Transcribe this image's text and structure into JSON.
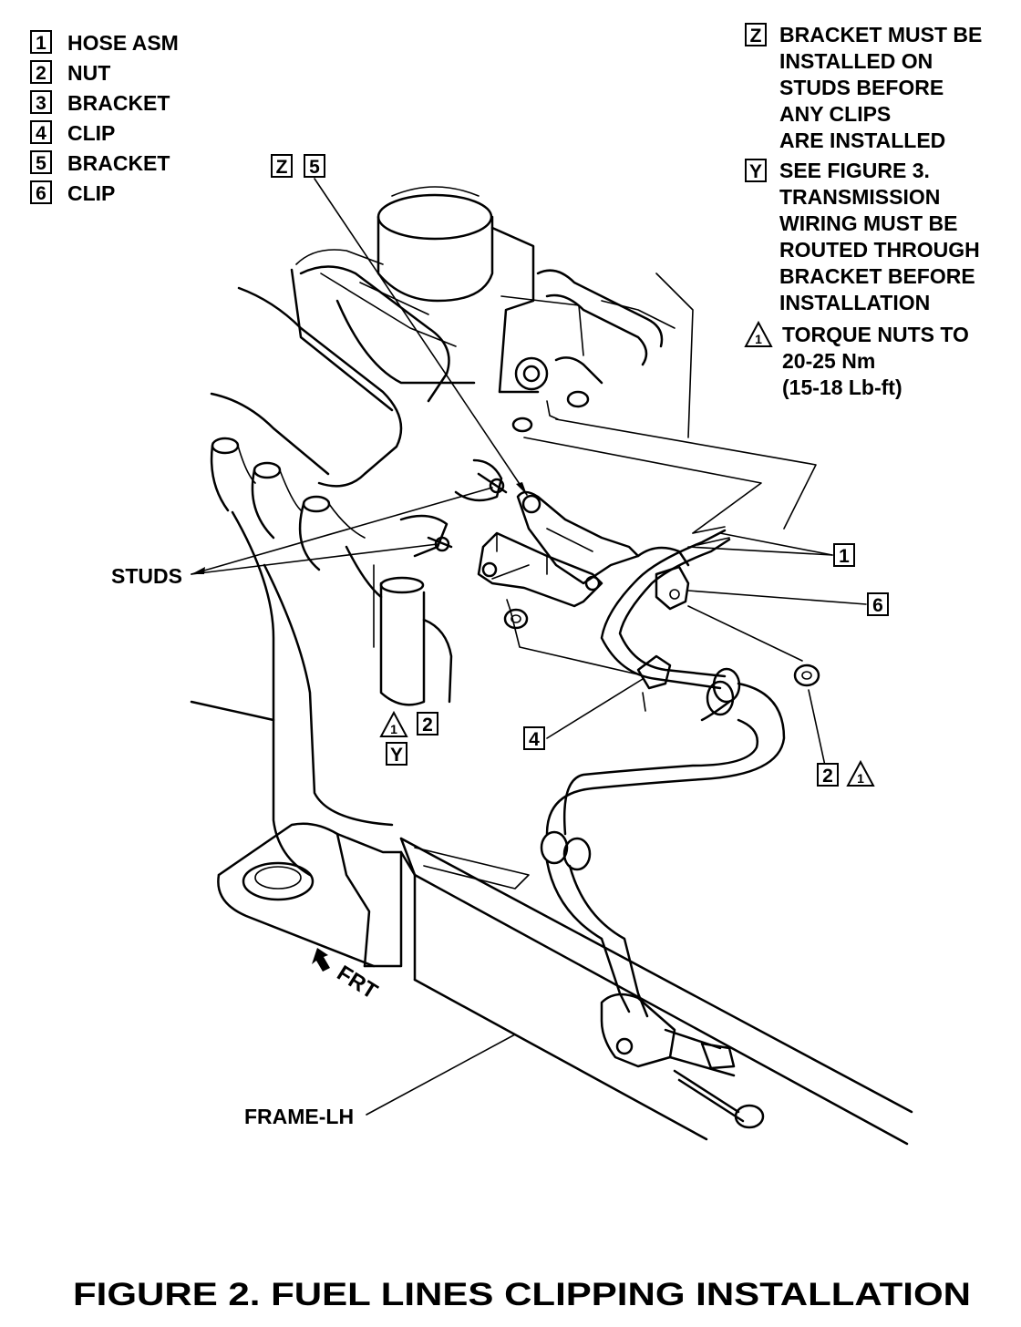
{
  "legend": [
    {
      "num": "1",
      "label": "HOSE ASM"
    },
    {
      "num": "2",
      "label": "NUT"
    },
    {
      "num": "3",
      "label": "BRACKET"
    },
    {
      "num": "4",
      "label": "CLIP"
    },
    {
      "num": "5",
      "label": "BRACKET"
    },
    {
      "num": "6",
      "label": "CLIP"
    }
  ],
  "notes": {
    "z": {
      "tag": "Z",
      "lines": [
        "BRACKET MUST BE",
        "INSTALLED ON",
        "STUDS BEFORE",
        "ANY CLIPS",
        "ARE INSTALLED"
      ]
    },
    "y": {
      "tag": "Y",
      "lines": [
        "SEE FIGURE 3.",
        "TRANSMISSION",
        "WIRING MUST BE",
        "ROUTED THROUGH",
        "BRACKET BEFORE",
        "INSTALLATION"
      ]
    },
    "torque": {
      "tag": "1",
      "lines": [
        "TORQUE NUTS TO",
        "20-25 Nm",
        "(15-18 Lb-ft)"
      ]
    }
  },
  "callouts": {
    "z_tag": "Z",
    "five": "5",
    "one": "1",
    "six": "6",
    "four": "4",
    "two_left": "2",
    "tri_left": "1",
    "y_tag": "Y",
    "two_right": "2",
    "tri_right": "1",
    "studs": "STUDS",
    "frame": "FRAME-LH",
    "frt": "FRT"
  },
  "caption": "FIGURE 2. FUEL LINES CLIPPING INSTALLATION"
}
